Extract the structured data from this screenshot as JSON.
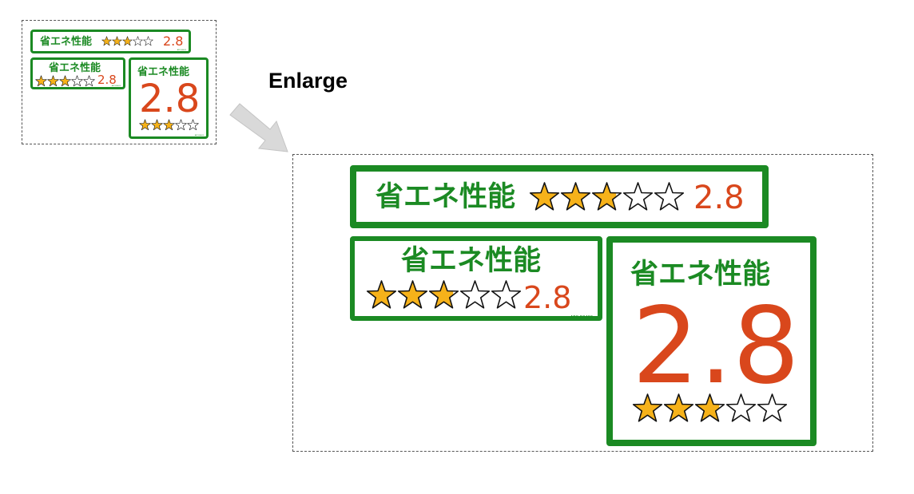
{
  "enlarge_label": "Enlarge",
  "label_title": "省エネ性能",
  "rating_text": "2.8",
  "rating_value": 2.8,
  "rating_max": 5,
  "product_code": "ARC-R0409",
  "colors": {
    "green": "#1b8a23",
    "orange": "#d9471c",
    "star_fill": "#f6b21a",
    "arrow": "#d9d9d9"
  },
  "icons": {
    "arrow": "enlarge-arrow-icon",
    "star": "star-icon"
  }
}
